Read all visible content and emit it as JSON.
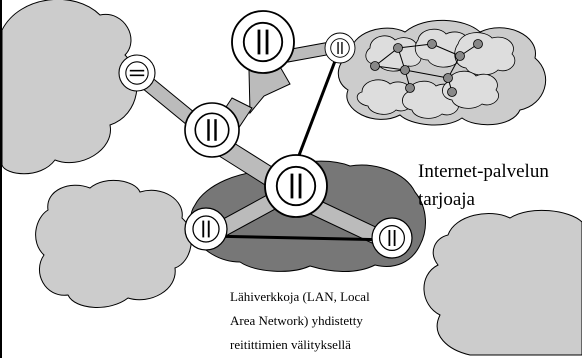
{
  "labels": {
    "isp_line1": "Internet-palvelun",
    "isp_line2": "tarjoaja",
    "lan_line1": "Lähiverkkoja (LAN, Local",
    "lan_line2": "Area Network) yhdistetty",
    "lan_line3": "reitittimien välityksellä"
  },
  "colors": {
    "cloud_fill": "#cccccc",
    "lan_blob_fill": "#777777",
    "link_fill": "#bbbbbb",
    "router_fill": "#ffffff",
    "stroke": "#000000"
  },
  "icons": {
    "router": "router-icon",
    "cloud": "cloud-icon",
    "network_node": "network-node-icon"
  }
}
